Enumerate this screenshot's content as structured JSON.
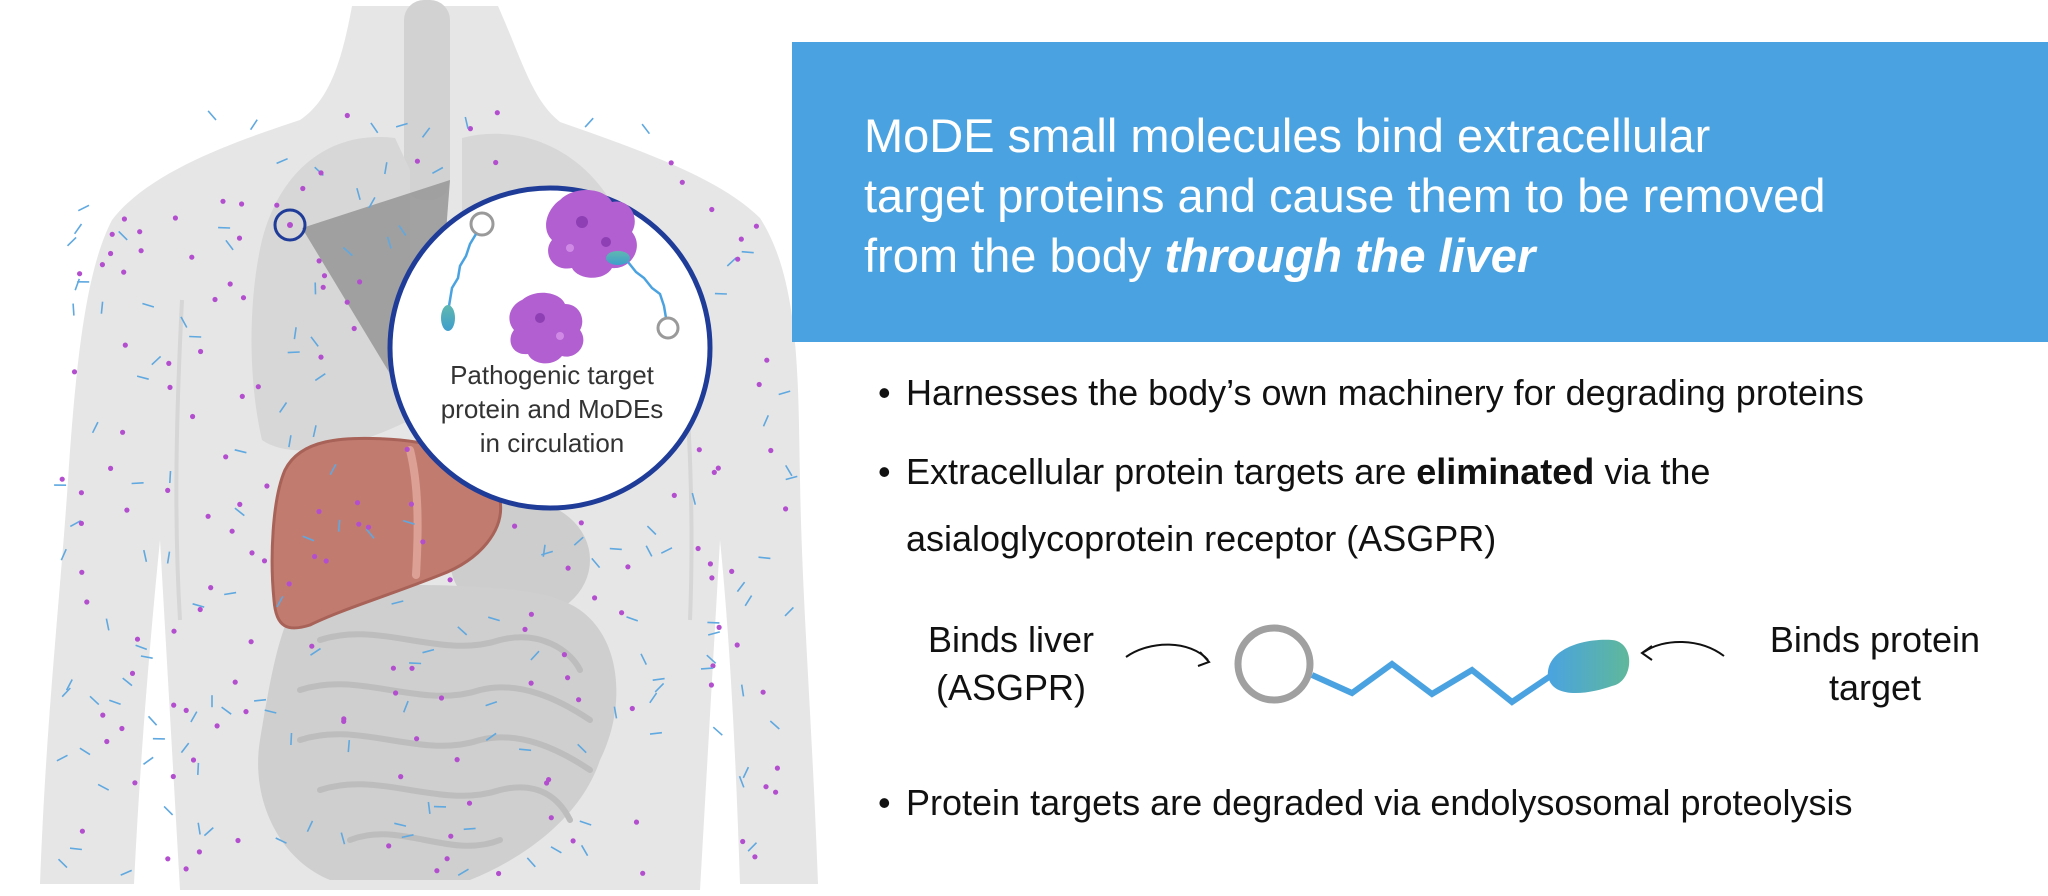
{
  "header": {
    "line1": "MoDE small molecules bind extracellular",
    "line2": "target proteins and cause them to be removed",
    "line3_plain": "from the body ",
    "line3_emph": "through the liver"
  },
  "bullets": {
    "symbol": "•",
    "b1": "Harnesses the body’s own machinery for degrading proteins",
    "b2_pre": "Extracellular protein targets are ",
    "b2_bold": "eliminated",
    "b2_post": " via the",
    "b2_line2": "asialoglycoprotein receptor (ASGPR)",
    "b3": "Protein targets are degraded via endolysosomal proteolysis"
  },
  "molecule": {
    "left_line1": "Binds liver",
    "left_line2": "(ASGPR)",
    "right_line1": "Binds protein",
    "right_line2": "target"
  },
  "zoom_circle": {
    "line1": "Pathogenic target",
    "line2": "protein and MoDEs",
    "line3": "in circulation"
  },
  "colors": {
    "banner": "#4aa3e0",
    "linker": "#4aa3e0",
    "ligand_ring": "#a0a0a0",
    "protein": "#b15fd1",
    "liver": "#c27b6f",
    "body": "#e6e6e6",
    "organs": "#cfcfcf",
    "zoom_border": "#1f3c99",
    "particle_dot": "#b34fcf",
    "particle_dash": "#5fa8e0"
  },
  "icons": {
    "body": "human-torso-icon",
    "liver": "liver-icon",
    "protein": "protein-blob-icon",
    "mode": "mode-molecule-icon",
    "arrow": "curved-arrow-icon"
  }
}
